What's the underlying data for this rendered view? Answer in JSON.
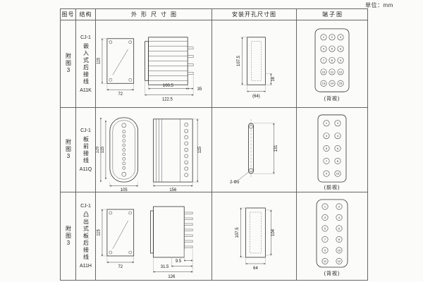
{
  "unit_label": "单位：mm",
  "headers": {
    "fig_no": "图号",
    "structure": "结构",
    "outline": "外形尺寸图",
    "install": "安装开孔尺寸图",
    "terminal": "端子图"
  },
  "rows": [
    {
      "fig_no": "附图3",
      "model": "CJ-1",
      "desc": "嵌入式后接线",
      "code": "A11K",
      "outline": {
        "height": "115",
        "width": "72",
        "len1": "100.5",
        "len2": "122.5",
        "depth": "35"
      },
      "install": {
        "height": "107.5",
        "side": "16",
        "width": "(64)"
      },
      "terminal": {
        "label": "(背视)",
        "cols": 3,
        "numbers": [
          1,
          2,
          3,
          4,
          5,
          6,
          7,
          8,
          9,
          10,
          11,
          12,
          13,
          14,
          15
        ]
      }
    },
    {
      "fig_no": "附图3",
      "model": "CJ-1",
      "desc": "板前接线",
      "code": "A11Q",
      "outline": {
        "height": "125",
        "height2": "115",
        "width": "105",
        "len1": "156",
        "depth": "115"
      },
      "install": {
        "height": "131",
        "holes": "2-Φ5"
      },
      "terminal": {
        "label": "(前视)",
        "cols": 2,
        "numbers": [
          1,
          2,
          3,
          4,
          5,
          6,
          7,
          8,
          9,
          10
        ]
      }
    },
    {
      "fig_no": "附图3",
      "model": "CJ-1",
      "desc": "凸出式板后接线",
      "code": "A11H",
      "outline": {
        "height": "115",
        "width": "72",
        "pin": "9.5",
        "len1": "31.5",
        "len2": "126"
      },
      "install": {
        "height": "107.5",
        "side": "104",
        "width": "64"
      },
      "terminal": {
        "label": "(背视)",
        "cols": 2,
        "numbers": [
          1,
          2,
          3,
          4,
          5,
          6,
          7,
          8,
          9,
          10,
          11,
          12
        ]
      }
    }
  ]
}
